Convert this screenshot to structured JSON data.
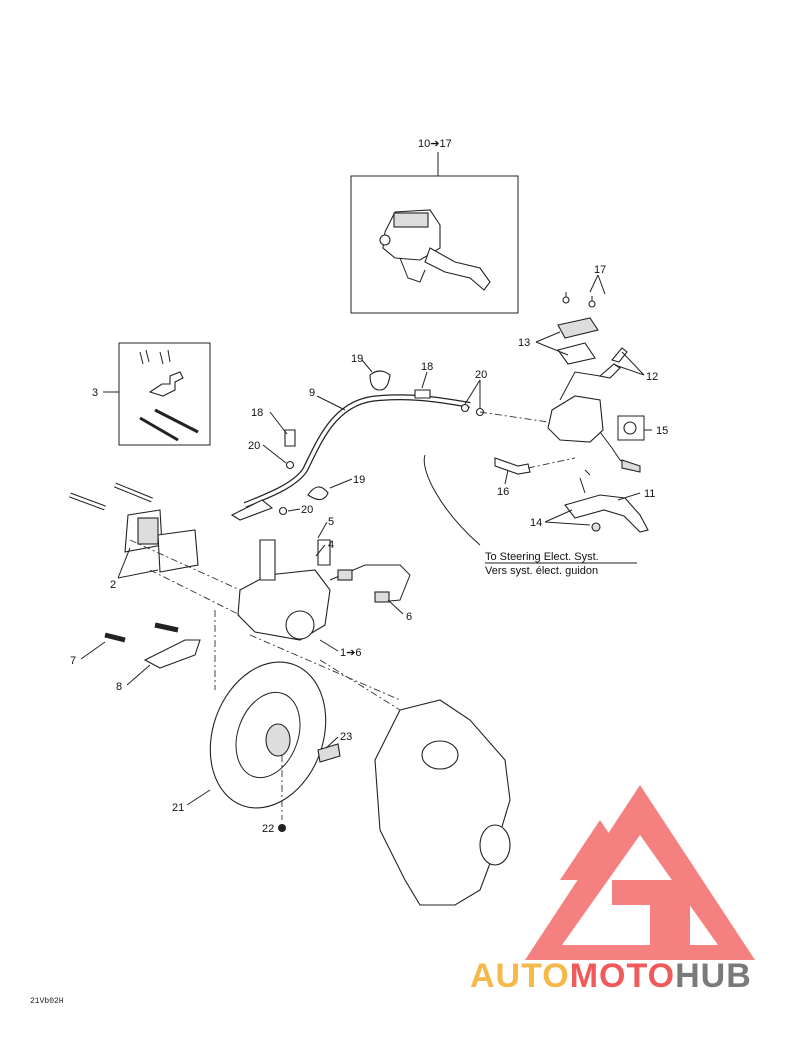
{
  "callouts": {
    "c10_17": "10➔17",
    "c17": "17",
    "c13": "13",
    "c12": "12",
    "c15": "15",
    "c3": "3",
    "c19a": "19",
    "c18a": "18",
    "c20a": "20",
    "c9": "9",
    "c18b": "18",
    "c20b": "20",
    "c20c": "20",
    "c19b": "19",
    "c16": "16",
    "c11": "11",
    "c14": "14",
    "c5": "5",
    "c4": "4",
    "c2": "2",
    "c6": "6",
    "c1_6": "1➔6",
    "c7": "7",
    "c8": "8",
    "c23": "23",
    "c21": "21",
    "c22": "22"
  },
  "notes": {
    "steering_en": "To Steering Elect. Syst.",
    "steering_fr": "Vers syst. élect. guidon"
  },
  "figure_code": "21Vb02H",
  "watermark": {
    "part1": "AUTO",
    "part2": "MOTO",
    "part3": "HUB",
    "color_orange": "#f5b94a",
    "color_red": "#f05a5a",
    "color_gray": "#7a7a7a",
    "logo_color": "#f46b6b"
  }
}
